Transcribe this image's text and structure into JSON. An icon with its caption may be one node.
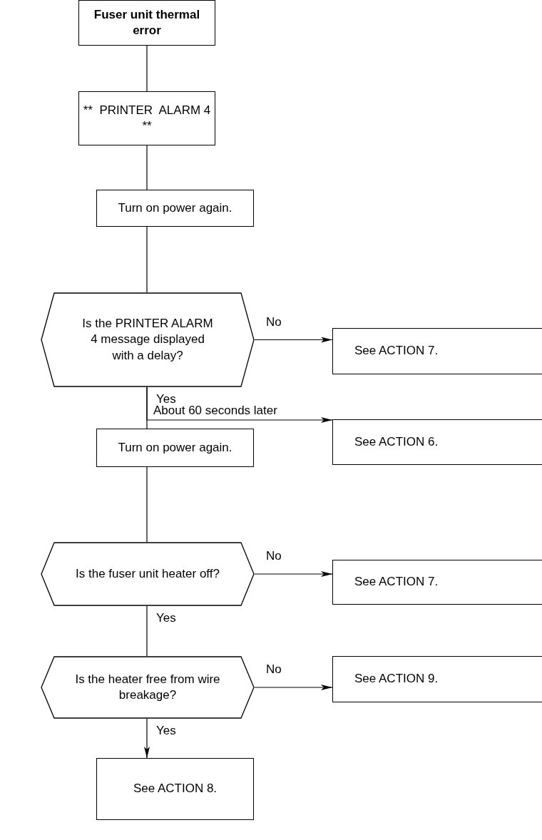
{
  "diagram": {
    "nodes": [
      {
        "text": [
          "Fuser unit thermal error"
        ]
      },
      {
        "text": [
          "**  PRINTER  ALARM 4  **"
        ]
      },
      {
        "text": [
          "Turn on power again."
        ]
      },
      {
        "text": [
          "Is the PRINTER ALARM 4 message displayed with a delay?"
        ]
      },
      {
        "text": [
          "See ACTION 7."
        ]
      },
      {
        "text": [
          "See ACTION 6."
        ]
      },
      {
        "text": [
          "Turn on power again."
        ]
      },
      {
        "text": [
          "Is the fuser unit heater off?"
        ]
      },
      {
        "text": [
          "See ACTION 7."
        ]
      },
      {
        "text": [
          "Is the heater free from wire breakage?"
        ]
      },
      {
        "text": [
          "See ACTION 9."
        ]
      },
      {
        "text": [
          "See ACTION 8."
        ]
      }
    ],
    "edges": [
      {
        "from": 0,
        "to": 1,
        "arrow": "none"
      },
      {
        "from": 1,
        "to": 2,
        "arrow": "none"
      },
      {
        "from": 2,
        "to": 3,
        "arrow": "none"
      },
      {
        "from": 3,
        "to": 4,
        "arrow": "to",
        "label": "No"
      },
      {
        "from": 3,
        "to": 6,
        "arrow": "none",
        "label": "Yes"
      },
      {
        "from": 3,
        "to": 5,
        "arrow": "to",
        "label": "About 60 seconds later"
      },
      {
        "from": 6,
        "to": 7,
        "arrow": "none"
      },
      {
        "from": 7,
        "to": 8,
        "arrow": "to",
        "label": "No"
      },
      {
        "from": 7,
        "to": 9,
        "arrow": "none",
        "label": "Yes"
      },
      {
        "from": 9,
        "to": 10,
        "arrow": "to",
        "label": "No"
      },
      {
        "from": 9,
        "to": 11,
        "arrow": "to",
        "label": "Yes"
      }
    ]
  }
}
